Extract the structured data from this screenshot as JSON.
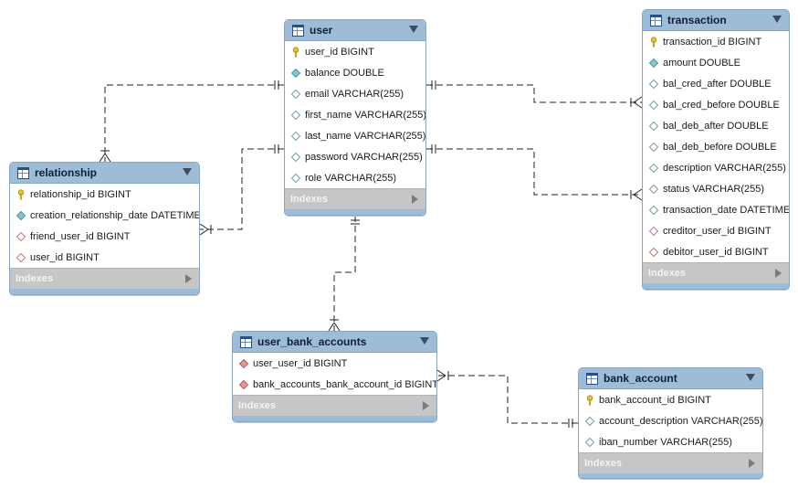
{
  "tables": {
    "user": {
      "name": "user",
      "columns": [
        {
          "text": "user_id BIGINT",
          "kind": "pk"
        },
        {
          "text": "balance DOUBLE",
          "kind": "nn"
        },
        {
          "text": "email VARCHAR(255)",
          "kind": "col"
        },
        {
          "text": "first_name VARCHAR(255)",
          "kind": "col"
        },
        {
          "text": "last_name VARCHAR(255)",
          "kind": "col"
        },
        {
          "text": "password VARCHAR(255)",
          "kind": "col"
        },
        {
          "text": "role VARCHAR(255)",
          "kind": "col"
        }
      ],
      "indexes_label": "Indexes"
    },
    "transaction": {
      "name": "transaction",
      "columns": [
        {
          "text": "transaction_id BIGINT",
          "kind": "pk"
        },
        {
          "text": "amount DOUBLE",
          "kind": "nn"
        },
        {
          "text": "bal_cred_after DOUBLE",
          "kind": "col"
        },
        {
          "text": "bal_cred_before DOUBLE",
          "kind": "col"
        },
        {
          "text": "bal_deb_after DOUBLE",
          "kind": "col"
        },
        {
          "text": "bal_deb_before DOUBLE",
          "kind": "col"
        },
        {
          "text": "description VARCHAR(255)",
          "kind": "col"
        },
        {
          "text": "status VARCHAR(255)",
          "kind": "col"
        },
        {
          "text": "transaction_date DATETIME",
          "kind": "col"
        },
        {
          "text": "creditor_user_id BIGINT",
          "kind": "fk"
        },
        {
          "text": "debitor_user_id BIGINT",
          "kind": "fk"
        }
      ],
      "indexes_label": "Indexes"
    },
    "relationship": {
      "name": "relationship",
      "columns": [
        {
          "text": "relationship_id BIGINT",
          "kind": "pk"
        },
        {
          "text": "creation_relationship_date DATETIME",
          "kind": "nn"
        },
        {
          "text": "friend_user_id BIGINT",
          "kind": "fk"
        },
        {
          "text": "user_id BIGINT",
          "kind": "fk"
        }
      ],
      "indexes_label": "Indexes"
    },
    "user_bank_accounts": {
      "name": "user_bank_accounts",
      "columns": [
        {
          "text": "user_user_id BIGINT",
          "kind": "fkpk"
        },
        {
          "text": "bank_accounts_bank_account_id BIGINT",
          "kind": "fkpk"
        }
      ],
      "indexes_label": "Indexes"
    },
    "bank_account": {
      "name": "bank_account",
      "columns": [
        {
          "text": "bank_account_id BIGINT",
          "kind": "pk"
        },
        {
          "text": "account_description VARCHAR(255)",
          "kind": "col"
        },
        {
          "text": "iban_number VARCHAR(255)",
          "kind": "col"
        }
      ],
      "indexes_label": "Indexes"
    }
  },
  "relationships": [
    {
      "from": "user",
      "to": "relationship",
      "from_end": "one-mandatory",
      "to_end": "many-mandatory"
    },
    {
      "from": "user",
      "to": "relationship",
      "from_end": "one-mandatory",
      "to_end": "many-mandatory"
    },
    {
      "from": "user",
      "to": "transaction",
      "from_end": "one-mandatory",
      "to_end": "many-mandatory"
    },
    {
      "from": "user",
      "to": "transaction",
      "from_end": "one-mandatory",
      "to_end": "many-mandatory"
    },
    {
      "from": "user",
      "to": "user_bank_accounts",
      "from_end": "one-mandatory",
      "to_end": "many-mandatory"
    },
    {
      "from": "bank_account",
      "to": "user_bank_accounts",
      "from_end": "one-mandatory",
      "to_end": "many-mandatory"
    }
  ],
  "colors": {
    "header": "#9cbcd8",
    "indexes_bar": "#c6c6c6",
    "pk_key": "#e8c630",
    "fk_diamond": "#e79595",
    "nn_diamond": "#7fc9cc",
    "col_diamond": "#ffffff"
  }
}
